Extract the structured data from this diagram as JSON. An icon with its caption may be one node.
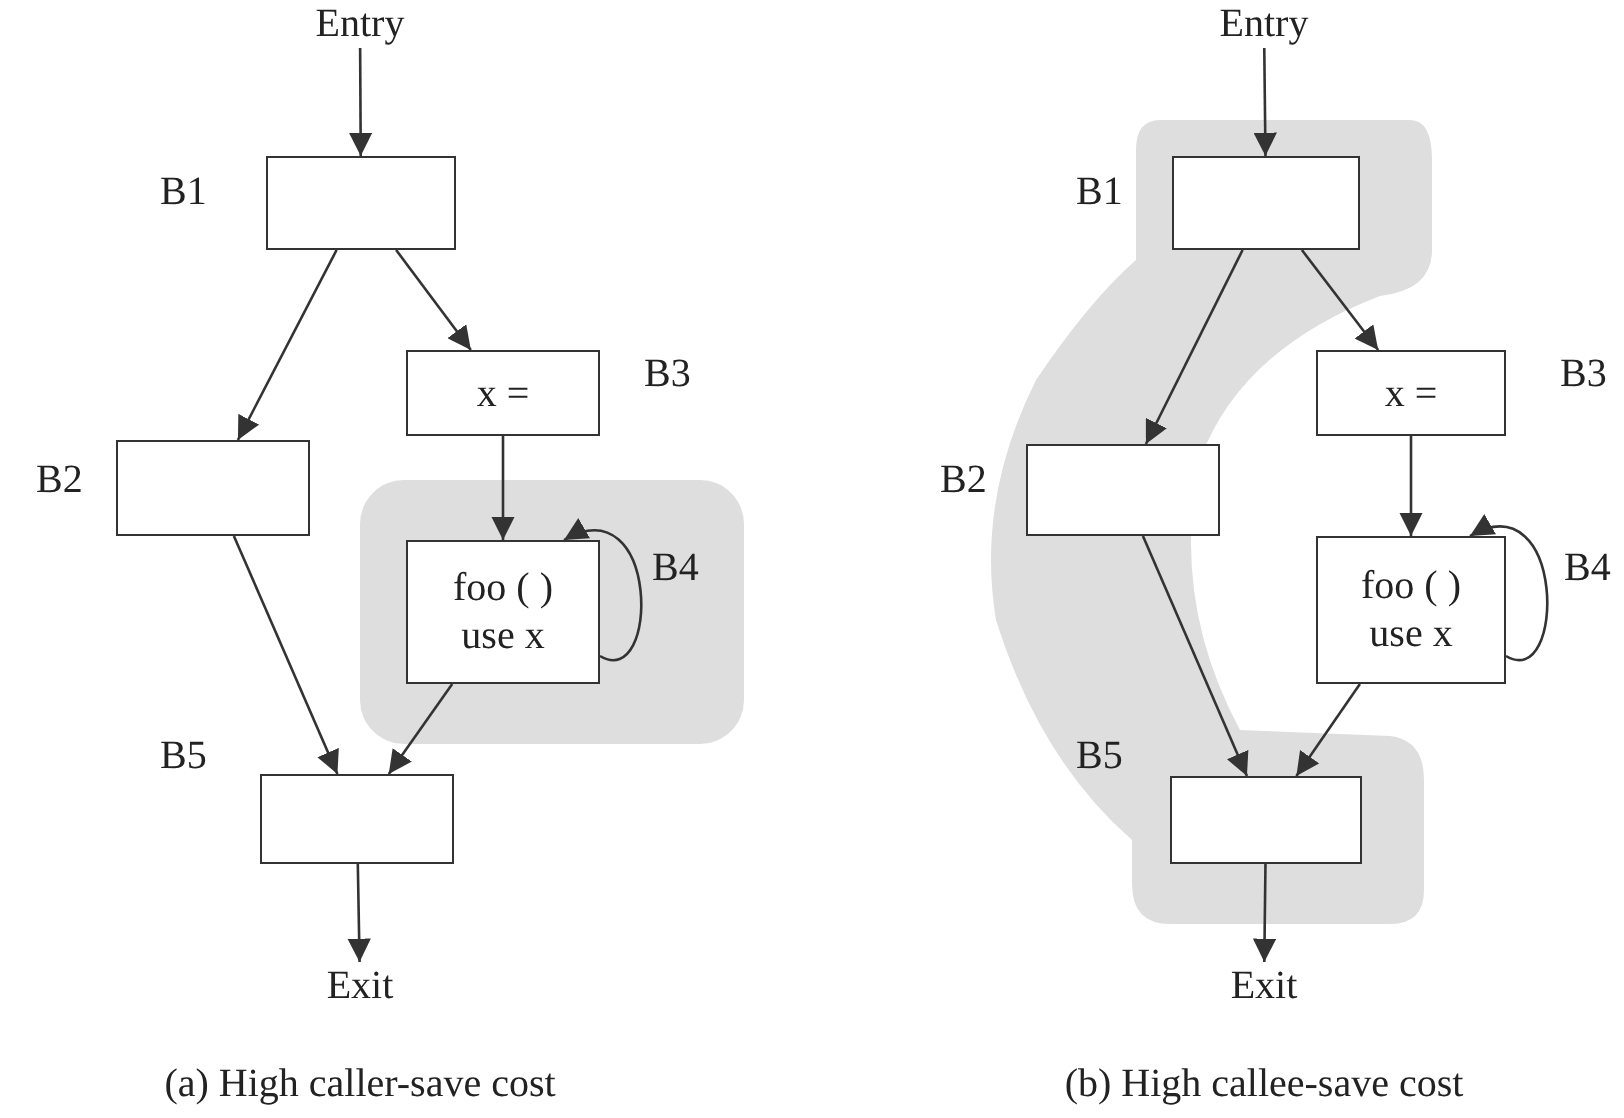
{
  "diagram": {
    "nodes": [
      {
        "text": [
          "Entry"
        ]
      },
      {
        "text": [],
        "shape": "box",
        "beside": [
          "B1"
        ]
      },
      {
        "text": [],
        "shape": "box",
        "beside": [
          "B2"
        ]
      },
      {
        "text": [
          "x ="
        ],
        "beside": [
          "B3"
        ]
      },
      {
        "text": [
          "foo ( ) use x"
        ],
        "beside": [
          "B4"
        ]
      },
      {
        "text": [],
        "shape": "box",
        "beside": [
          "B5"
        ]
      },
      {
        "text": [
          "Exit"
        ]
      },
      {
        "text": [
          "Entry"
        ]
      },
      {
        "text": [],
        "shape": "box",
        "beside": [
          "B1"
        ]
      },
      {
        "text": [],
        "shape": "box",
        "beside": [
          "B2"
        ]
      },
      {
        "text": [
          "x ="
        ],
        "beside": [
          "B3"
        ]
      },
      {
        "text": [
          "foo ( ) use x"
        ],
        "beside": [
          "B4"
        ]
      },
      {
        "text": [],
        "shape": "box",
        "beside": [
          "B5"
        ]
      },
      {
        "text": [
          "Exit"
        ]
      }
    ],
    "edges": [
      {
        "from": 0,
        "to": 1,
        "arrow": "to"
      },
      {
        "from": 1,
        "to": 2,
        "arrow": "to"
      },
      {
        "from": 1,
        "to": 3,
        "arrow": "to"
      },
      {
        "from": 3,
        "to": 4,
        "arrow": "to"
      },
      {
        "from": 4,
        "to": 4,
        "arrow": "to"
      },
      {
        "from": 2,
        "to": 5,
        "arrow": "to"
      },
      {
        "from": 4,
        "to": 5,
        "arrow": "to"
      },
      {
        "from": 5,
        "to": 6,
        "arrow": "to"
      },
      {
        "from": 7,
        "to": 8,
        "arrow": "to"
      },
      {
        "from": 8,
        "to": 9,
        "arrow": "to"
      },
      {
        "from": 8,
        "to": 10,
        "arrow": "to"
      },
      {
        "from": 10,
        "to": 11,
        "arrow": "to"
      },
      {
        "from": 11,
        "to": 11,
        "arrow": "to"
      },
      {
        "from": 9,
        "to": 12,
        "arrow": "to"
      },
      {
        "from": 11,
        "to": 12,
        "arrow": "to"
      },
      {
        "from": 12,
        "to": 13,
        "arrow": "to"
      }
    ],
    "labels": [
      "(a) High caller-save cost",
      "(b) High callee-save cost"
    ]
  }
}
